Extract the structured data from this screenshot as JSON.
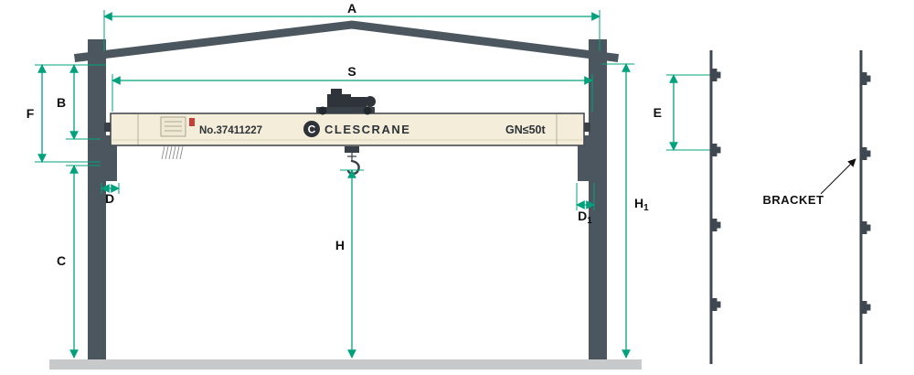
{
  "labels": {
    "A": "A",
    "S": "S",
    "B": "B",
    "F": "F",
    "E": "E",
    "C": "C",
    "D": "D",
    "H": "H",
    "D1_base": "D",
    "D1_sub": "1",
    "H1_base": "H",
    "H1_sub": "1",
    "bracket": "BRACKET"
  },
  "crane": {
    "serial": "No.37411227",
    "brand": "CLESCRANE",
    "logo_letter": "C",
    "capacity": "GN≤50t"
  },
  "colors": {
    "dimension_line": "#00A27B",
    "structure": "#4C565F",
    "girder_fill": "#F3EDD9",
    "girder_stroke": "#474B50",
    "floor": "#C7C9CB",
    "label_text": "#101010",
    "red_indicator": "#C6403A"
  }
}
